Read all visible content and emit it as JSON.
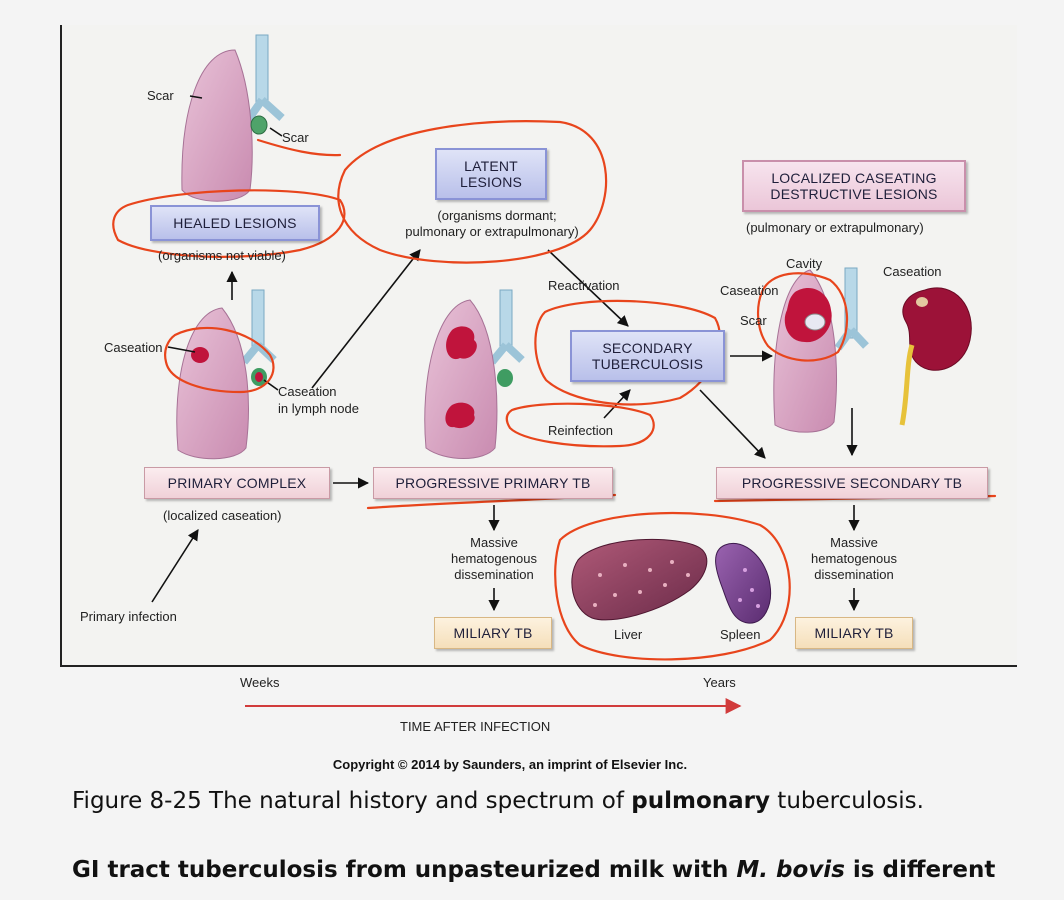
{
  "boxes": {
    "healed": "HEALED LESIONS",
    "latent": "LATENT LESIONS",
    "localized": "LOCALIZED CASEATING DESTRUCTIVE LESIONS",
    "secondary": "SECONDARY TUBERCULOSIS",
    "primary_complex": "PRIMARY COMPLEX",
    "progressive_primary": "PROGRESSIVE PRIMARY TB",
    "progressive_secondary": "PROGRESSIVE SECONDARY TB",
    "miliary_left": "MILIARY TB",
    "miliary_right": "MILIARY TB"
  },
  "labels": {
    "scar_top": "Scar",
    "scar_right": "Scar",
    "healed_sub": "(organisms not viable)",
    "latent_sub_1": "(organisms dormant;",
    "latent_sub_2": "pulmonary or extrapulmonary)",
    "localized_sub": "(pulmonary or extrapulmonary)",
    "reactivation": "Reactivation",
    "reinfection": "Reinfection",
    "caseation_left": "Caseation",
    "caseation_node_1": "Caseation",
    "caseation_node_2": "in lymph node",
    "cavity": "Cavity",
    "caseation_mid": "Caseation",
    "scar_mid": "Scar",
    "caseation_kidney": "Caseation",
    "primary_complex_sub": "(localized caseation)",
    "primary_infection": "Primary infection",
    "massive_left_1": "Massive",
    "massive_left_2": "hematogenous",
    "massive_left_3": "dissemination",
    "massive_right_1": "Massive",
    "massive_right_2": "hematogenous",
    "massive_right_3": "dissemination",
    "liver": "Liver",
    "spleen": "Spleen",
    "weeks": "Weeks",
    "years": "Years",
    "time_axis": "TIME AFTER INFECTION"
  },
  "copyright": "Copyright © 2014 by Saunders, an imprint of Elsevier Inc.",
  "caption": {
    "prefix": "Figure 8-25 The natural history and spectrum of ",
    "bold": "pulmonary",
    "suffix": " tuberculosis."
  },
  "footer": {
    "part1": "GI tract tuberculosis from unpasteurized milk with ",
    "italic": "M. bovis",
    "part2": " is different"
  },
  "colors": {
    "annotation": "#e8451c",
    "lung": "#d9a6c4",
    "caseation": "#c0143c",
    "time_arrow": "#d13b3b"
  }
}
